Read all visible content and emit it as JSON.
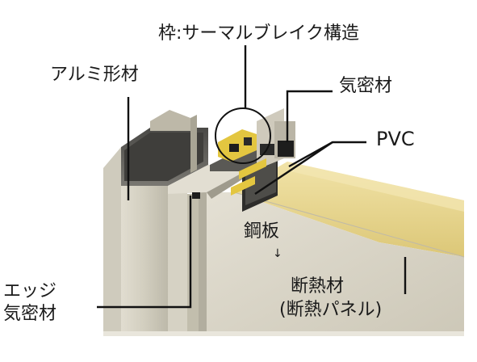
{
  "labels": {
    "frame_thermal_break": "枠:サーマルブレイク構造",
    "aluminum_profile": "アルミ形材",
    "airtight_seal": "気密材",
    "pvc": "PVC",
    "steel_plate": "鋼板",
    "steel_arrow": "↓",
    "insulation_line1": "断熱材",
    "insulation_line2": "(断熱パネル)",
    "edge_seal_line1": "エッジ",
    "edge_seal_line2": "気密材"
  },
  "colors": {
    "aluminum": "#d8d4c6",
    "aluminum_dark": "#5c5b58",
    "steel_face": "#d9d4c6",
    "insulation": "#e8d48a",
    "pvc_yellow": "#e3c640",
    "seal_black": "#1d1d1d",
    "leader_line": "#111111"
  }
}
